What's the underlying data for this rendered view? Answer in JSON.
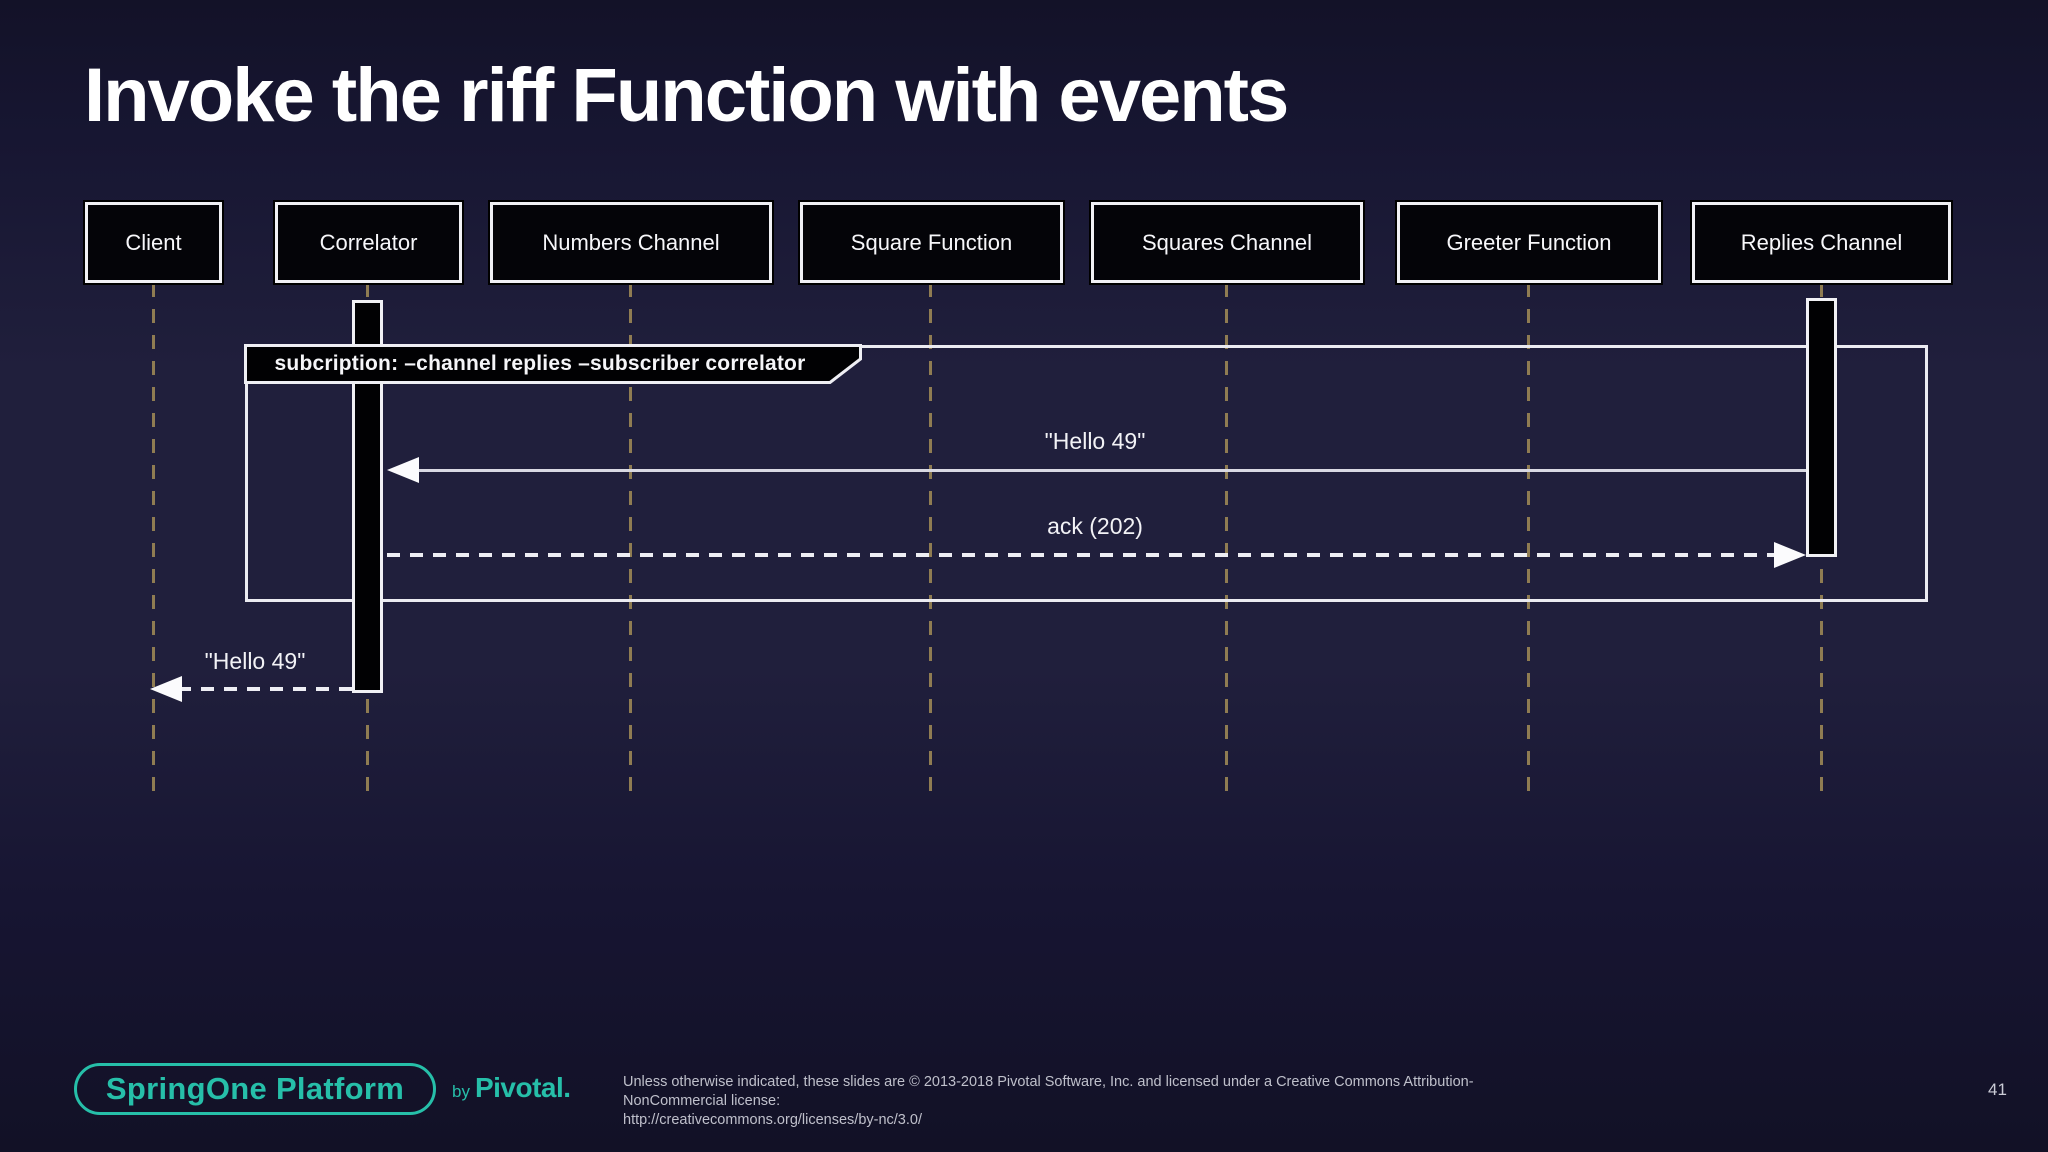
{
  "slide": {
    "title": "Invoke the riff Function with events",
    "page_number": "41"
  },
  "diagram": {
    "type": "uml-sequence-diagram",
    "participants": [
      {
        "label": "Client"
      },
      {
        "label": "Correlator"
      },
      {
        "label": "Numbers Channel"
      },
      {
        "label": "Square Function"
      },
      {
        "label": "Squares Channel"
      },
      {
        "label": "Greeter Function"
      },
      {
        "label": "Replies Channel"
      }
    ],
    "frame_label": "subcription: –channel replies –subscriber correlator",
    "messages": [
      {
        "label": "\"Hello 49\"",
        "from": "Replies Channel",
        "to": "Correlator",
        "line": "solid"
      },
      {
        "label": "ack (202)",
        "from": "Correlator",
        "to": "Replies Channel",
        "line": "dashed"
      },
      {
        "label": "\"Hello 49\"",
        "from": "Correlator",
        "to": "Client",
        "line": "dashed"
      }
    ]
  },
  "footer": {
    "logo_text": "SpringOne Platform",
    "by_text": "by",
    "brand_text": "Pivotal.",
    "license_line1": "Unless otherwise indicated, these slides are © 2013-2018 Pivotal Software, Inc. and licensed under a Creative Commons Attribution-NonCommercial license:",
    "license_line2": "http://creativecommons.org/licenses/by-nc/3.0/"
  },
  "colors": {
    "background": "#1d1c38",
    "accent_teal": "#26bfa9",
    "lifeline": "#8f7c52",
    "diagram_line": "#ebebf1",
    "box_fill": "#040408",
    "text": "#ffffff"
  }
}
